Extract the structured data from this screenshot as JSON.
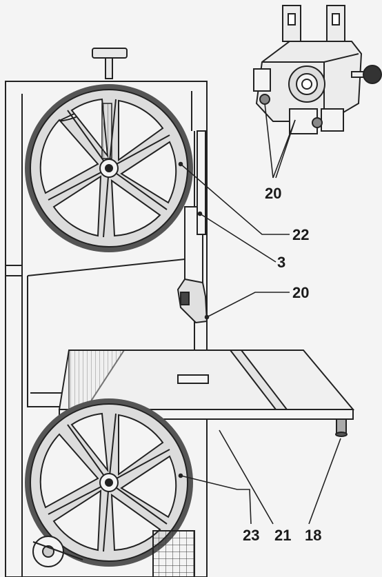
{
  "figure": {
    "callouts": {
      "guide_detail": "20",
      "upper_wheel": "22",
      "blade": "3",
      "upper_guide": "20",
      "lower_wheel": "23",
      "table": "21",
      "foot": "18"
    }
  }
}
